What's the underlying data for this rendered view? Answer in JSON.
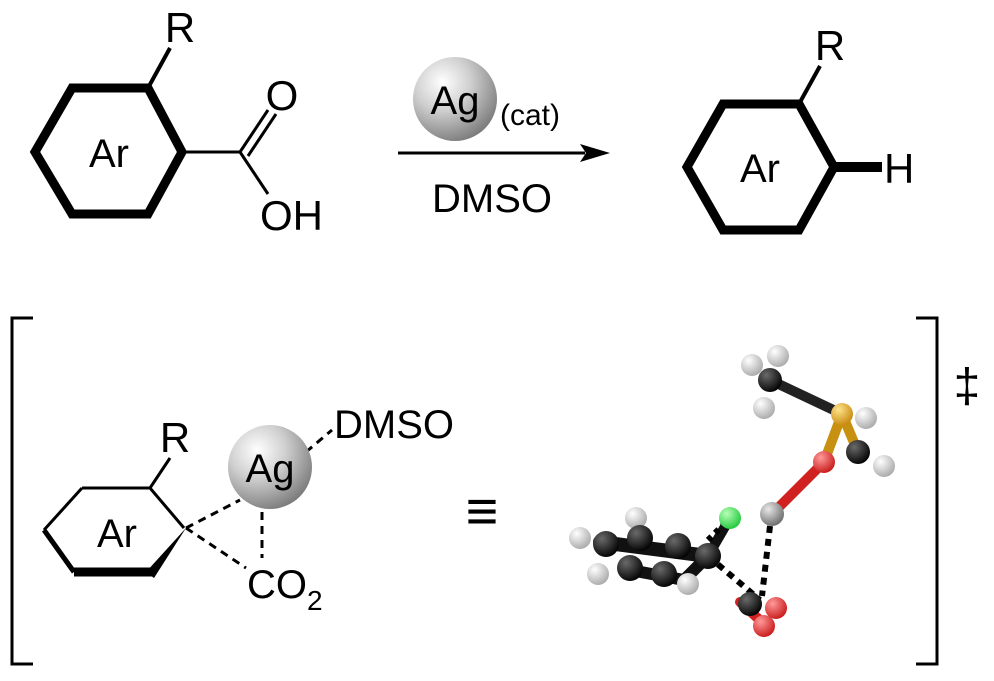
{
  "reaction": {
    "reactant": {
      "ring_label": "Ar",
      "substituent_label": "R",
      "carbonyl_o_label": "O",
      "hydroxyl_label": "OH"
    },
    "arrow": {
      "catalyst_label": "Ag",
      "catalyst_note": "(cat)",
      "solvent_label": "DMSO"
    },
    "product": {
      "ring_label": "Ar",
      "substituent_label": "R",
      "hydrogen_label": "H"
    }
  },
  "transition_state": {
    "ring_label": "Ar",
    "substituent_label": "R",
    "metal_label": "Ag",
    "ligand_label": "DMSO",
    "co2_label": "CO",
    "co2_subscript": "2",
    "equivalence_symbol": "≡",
    "double_dagger": "‡"
  },
  "colors": {
    "ink": "#000000",
    "silver_sphere": "#b4b4b4",
    "carbon_atom": "#1a1a1a",
    "hydrogen_atom": "#e6e6e6",
    "oxygen_atom": "#ee2a2a",
    "sulfur_atom": "#e6b43a",
    "silver_atom": "#2ee64a",
    "metal_bound_atom": "#a0a0a0"
  }
}
